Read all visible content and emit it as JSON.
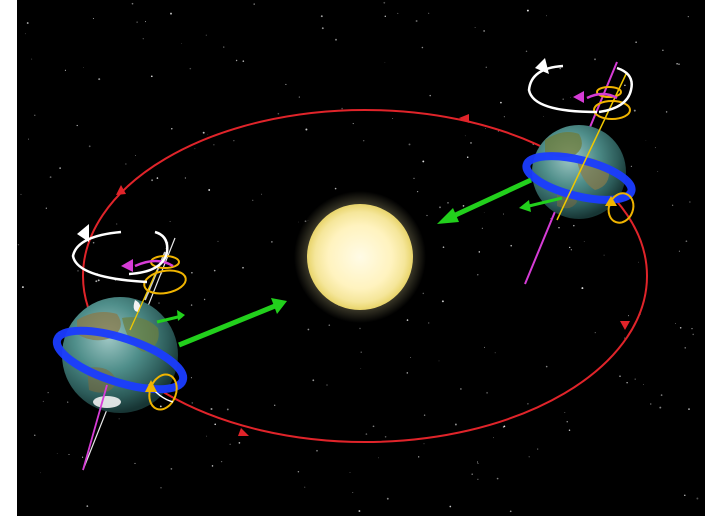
{
  "diagram": {
    "background_color": "#000000",
    "orbit_color": "#e0242a",
    "axis_color": "#d63cd6",
    "force_arrow_color": "#22d01c",
    "spin_arrow_color": "#ffffff",
    "precession_ring_color": "#f0b400",
    "equatorial_band_color": "#1a3cff",
    "sun_color": "#fff6c8",
    "bodies": [
      "sun",
      "earth-left",
      "earth-right"
    ],
    "icons": [
      "spin-arrow-icon",
      "precession-arrow-icon",
      "orbit-direction-arrow-icon"
    ]
  }
}
